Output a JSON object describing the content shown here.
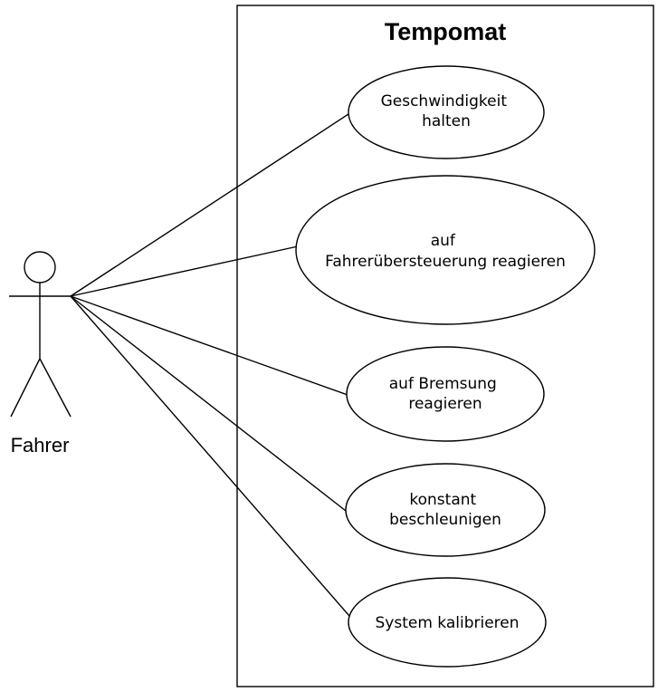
{
  "system": {
    "title": "Tempomat"
  },
  "actor": {
    "name": "Fahrer"
  },
  "use_cases": [
    {
      "id": "uc1",
      "lines": [
        "Geschwindigkeit",
        "halten"
      ]
    },
    {
      "id": "uc2",
      "lines": [
        "auf",
        "Fahrerübersteuerung reagieren"
      ]
    },
    {
      "id": "uc3",
      "lines": [
        "auf Bremsung",
        "reagieren"
      ]
    },
    {
      "id": "uc4",
      "lines": [
        "konstant",
        "beschleunigen"
      ]
    },
    {
      "id": "uc5",
      "lines": [
        "System kalibrieren"
      ]
    }
  ]
}
